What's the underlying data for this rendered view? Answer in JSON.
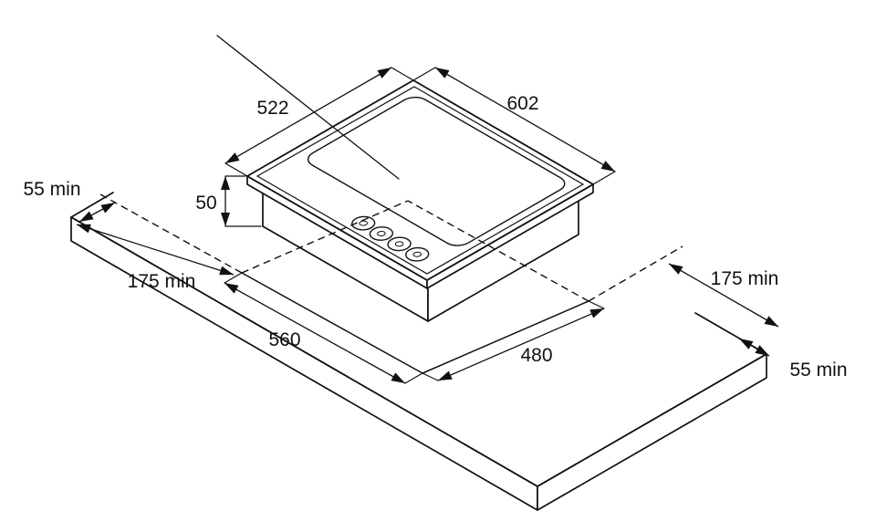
{
  "diagram": {
    "dims": {
      "hob_depth": "522",
      "hob_width": "602",
      "hob_height": "50",
      "cutout_width": "560",
      "cutout_depth": "480",
      "clearance_top_left": "55 min",
      "clearance_left": "175 min",
      "clearance_right": "175 min",
      "clearance_bottom_right": "55 min"
    }
  }
}
